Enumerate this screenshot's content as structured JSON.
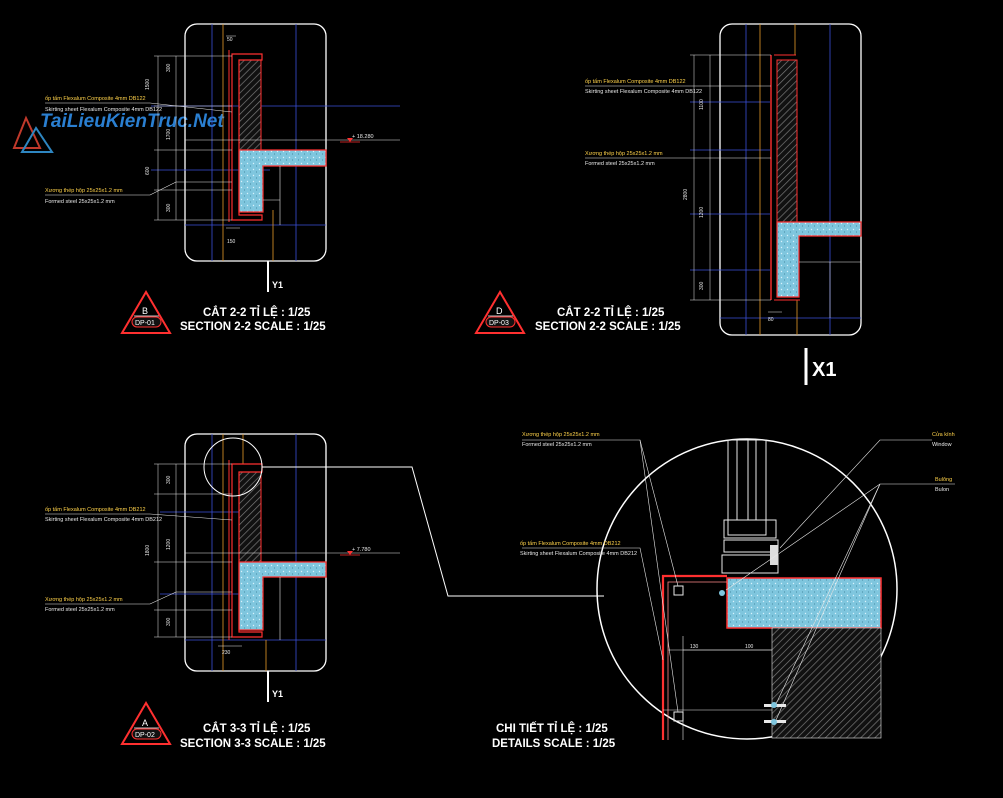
{
  "watermark": {
    "text": "TaiLieuKienTruc.Net"
  },
  "colors": {
    "background": "#000000",
    "frame": "#ffffff",
    "blue_grid": "#3a4fd8",
    "red": "#ff3030",
    "concrete": "#9fd6e8",
    "hatch": "#6a6a6a"
  },
  "labels": {
    "cladding_vi_122": "ốp tấm Flexalum Composite 4mm DB122",
    "cladding_en_122": "Skirting sheet Flexalum Composite 4mm DB122",
    "cladding_vi_212": "ốp tấm Flexalum Composite 4mm DB212",
    "cladding_en_212": "Skirting sheet Flexalum Composite 4mm DB212",
    "steel_vi": "Xương thép hộp 25x25x1.2 mm",
    "steel_en": "Formed steel 25x25x1.2 mm",
    "window_vi": "Cửa kính",
    "window_en": "Window",
    "screw_vi": "Bulông",
    "screw_en": "Bulon"
  },
  "levels": {
    "l1": "+ 18.280",
    "l2": "+ 7.780"
  },
  "axes": {
    "y1": "Y1",
    "x1": "X1"
  },
  "views": [
    {
      "tag_letter": "B",
      "tag_code": "DP-01",
      "title_vi": "CẮT 2-2 TỈ LỆ : 1/25",
      "title_en": "SECTION 2-2 SCALE : 1/25",
      "dims": {
        "top": "50",
        "a": "1500",
        "b": "300",
        "c": "1700",
        "d": "600",
        "e": "300",
        "bottom": "150"
      }
    },
    {
      "tag_letter": "D",
      "tag_code": "DP-03",
      "title_vi": "CẮT 2-2 TỈ LỆ : 1/25",
      "title_en": "SECTION 2-2 SCALE : 1/25",
      "dims": {
        "a": "1100",
        "b": "2800",
        "c": "1200",
        "d": "300",
        "bottom": "80"
      }
    },
    {
      "tag_letter": "A",
      "tag_code": "DP-02",
      "title_vi": "CẮT 3-3 TỈ LỆ : 1/25",
      "title_en": "SECTION 3-3 SCALE : 1/25",
      "dims": {
        "a": "300",
        "b": "1800",
        "c": "1200",
        "d": "300",
        "bottom": "230"
      }
    },
    {
      "title_vi": "CHI TIẾT TỈ LỆ : 1/25",
      "title_en": "DETAILS SCALE : 1/25",
      "dims": {
        "a": "130",
        "b": "100"
      }
    }
  ]
}
